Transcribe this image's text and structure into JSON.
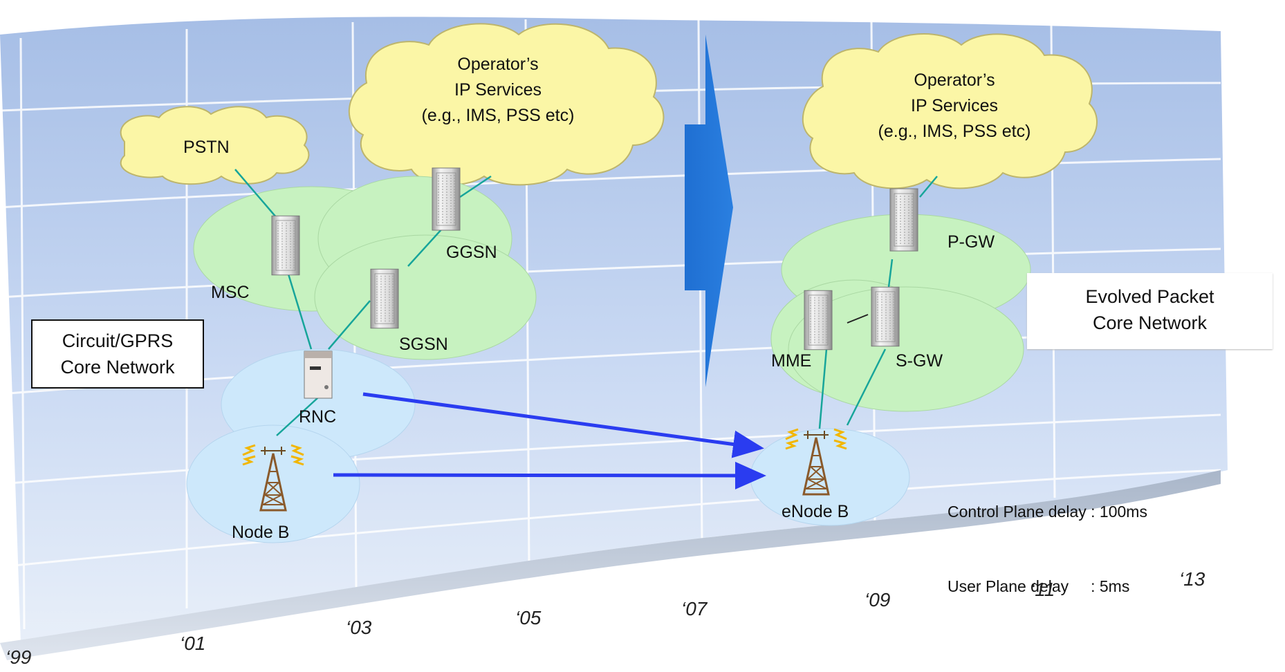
{
  "cloud_left_operator": {
    "line1": "Operator’s",
    "line2": "IP Services",
    "line3": "(e.g., IMS, PSS etc)"
  },
  "cloud_right_operator": {
    "line1": "Operator’s",
    "line2": "IP Services",
    "line3": "(e.g., IMS, PSS etc)"
  },
  "cloud_pstn": "PSTN",
  "nodes": {
    "msc": "MSC",
    "ggsn": "GGSN",
    "sgsn": "SGSN",
    "rnc": "RNC",
    "node_b": "Node B",
    "pgw": "P-GW",
    "mme": "MME",
    "sgw": "S-GW",
    "enode_b": "eNode B"
  },
  "left_network": {
    "line1": "Circuit/GPRS",
    "line2": "Core Network"
  },
  "right_network": {
    "line1": "Evolved Packet",
    "line2": "Core Network"
  },
  "delays": {
    "control": "Control Plane delay : 100ms",
    "user": "User Plane delay     : 5ms"
  },
  "timeline": [
    "‘99",
    "‘01",
    "‘03",
    "‘05",
    "‘07",
    "‘09",
    "‘11",
    "‘13"
  ],
  "colors": {
    "wall_top": "#a9c0e6",
    "wall_bottom": "#e3ecf9",
    "cloud_fill": "#fbf6a6",
    "core_fill": "#c7f2c0",
    "radio_fill": "#cde8fb",
    "transition_arrow": "#1f6fcf",
    "evolution_arrow": "#2a3cf0",
    "link": "#17a59a"
  }
}
